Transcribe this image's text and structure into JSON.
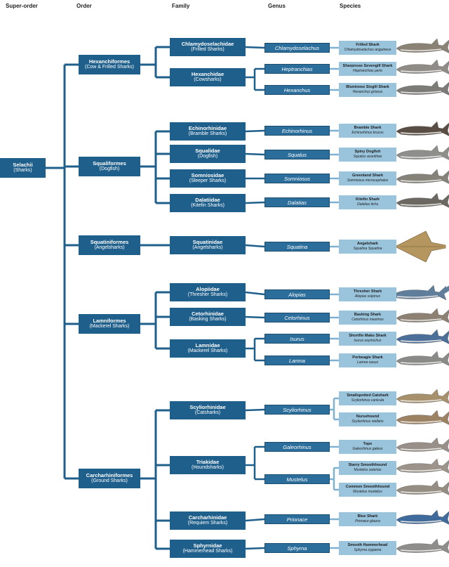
{
  "headers": {
    "superorder": "Super-order",
    "order": "Order",
    "family": "Family",
    "genus": "Genus",
    "species": "Species"
  },
  "root": {
    "name": "Selachii",
    "common": "(Sharks)"
  },
  "orders": [
    {
      "name": "Hexanchiformes",
      "common": "(Cow & Frilled Sharks)"
    },
    {
      "name": "Squaliformes",
      "common": "(Dogfish)"
    },
    {
      "name": "Squatiniformes",
      "common": "(Angelsharks)"
    },
    {
      "name": "Lamniformes",
      "common": "(Mackerel Sharks)"
    },
    {
      "name": "Carcharhiniformes",
      "common": "(Ground Sharks)"
    }
  ],
  "families": [
    {
      "name": "Chlamydoselachidae",
      "common": "(Frilled Sharks)"
    },
    {
      "name": "Hexanchidae",
      "common": "(Cowsharks)"
    },
    {
      "name": "Echinorhinidae",
      "common": "(Bramble Sharks)"
    },
    {
      "name": "Squalidae",
      "common": "(Dogfish)"
    },
    {
      "name": "Somniosidae",
      "common": "(Sleeper Sharks)"
    },
    {
      "name": "Dalatiidae",
      "common": "(Kitefin Sharks)"
    },
    {
      "name": "Squatinidae",
      "common": "(Angelsharks)"
    },
    {
      "name": "Alopiidae",
      "common": "(Thresher Sharks)"
    },
    {
      "name": "Cetorhinidae",
      "common": "(Basking Sharks)"
    },
    {
      "name": "Lamnidae",
      "common": "(Mackerel Sharks)"
    },
    {
      "name": "Scyliorhinidae",
      "common": "(Catsharks)"
    },
    {
      "name": "Triakidae",
      "common": "(Houndsharks)"
    },
    {
      "name": "Carcharhinidae",
      "common": "(Requiem Sharks)"
    },
    {
      "name": "Sphyrnidae",
      "common": "(Hammerhead Sharks)"
    }
  ],
  "genera": [
    "Chlamydoselachus",
    "Heptranchias",
    "Hexanchus",
    "Echinorhinus",
    "Squalus",
    "Somniosus",
    "Dalatias",
    "Squatina",
    "Alopias",
    "Cetorhinus",
    "Isurus",
    "Lamna",
    "Scyliorhinus",
    "Galeorhinus",
    "Mustelus",
    "Prionace",
    "Sphyrna"
  ],
  "species": [
    {
      "name": "Frilled Shark",
      "sci": "Chlamydoselachus anguineus",
      "color": "#8a8275"
    },
    {
      "name": "Sharpnose Sevengill Shark",
      "sci": "Heptranchias perlo",
      "color": "#8f8c88"
    },
    {
      "name": "Bluntnose Sixgill Shark",
      "sci": "Hexanchus griseus",
      "color": "#7d7b78"
    },
    {
      "name": "Bramble Shark",
      "sci": "Echinorhinus brucus",
      "color": "#5a4e44"
    },
    {
      "name": "Spiny Dogfish",
      "sci": "Squalus acanthias",
      "color": "#8e8e8a"
    },
    {
      "name": "Greenland Shark",
      "sci": "Somniosus microcephalus",
      "color": "#85827a"
    },
    {
      "name": "Kitefin Shark",
      "sci": "Dalatias licha",
      "color": "#6b6862"
    },
    {
      "name": "Angelshark",
      "sci": "Squatina Squatina",
      "color": "#b5965e"
    },
    {
      "name": "Thresher Shark",
      "sci": "Alopias vulpinus",
      "color": "#5f7e9c"
    },
    {
      "name": "Basking Shark",
      "sci": "Cetorhinus maximus",
      "color": "#8c8173"
    },
    {
      "name": "Shortfin Mako Shark",
      "sci": "Isurus oxyrinchus",
      "color": "#4b6f98"
    },
    {
      "name": "Porbeagle Shark",
      "sci": "Lamna nasus",
      "color": "#8a8a88"
    },
    {
      "name": "Smallspotted Catshark",
      "sci": "Scyliorhinus canicula",
      "color": "#a6916c"
    },
    {
      "name": "Nursehound",
      "sci": "Scyliorhinus stellaris",
      "color": "#9c8262"
    },
    {
      "name": "Tope",
      "sci": "Galeorhinus galeus",
      "color": "#989088"
    },
    {
      "name": "Starry Smoothhound",
      "sci": "Mustelus asterias",
      "color": "#9c948a"
    },
    {
      "name": "Common Smoothhound",
      "sci": "Mustelus mustelus",
      "color": "#958c82"
    },
    {
      "name": "Blue Shark",
      "sci": "Prionace glauca",
      "color": "#3f6a9c"
    },
    {
      "name": "Smooth Hammerhead",
      "sci": "Sphyrna zygaena",
      "color": "#8e8d8b"
    }
  ],
  "colors": {
    "box": "#1f5f8b",
    "genus_box": "#2c6e9b",
    "species_box": "#9ac4dc",
    "line_dark": "#1f5f8b",
    "line_light": "#7fb2d0"
  }
}
